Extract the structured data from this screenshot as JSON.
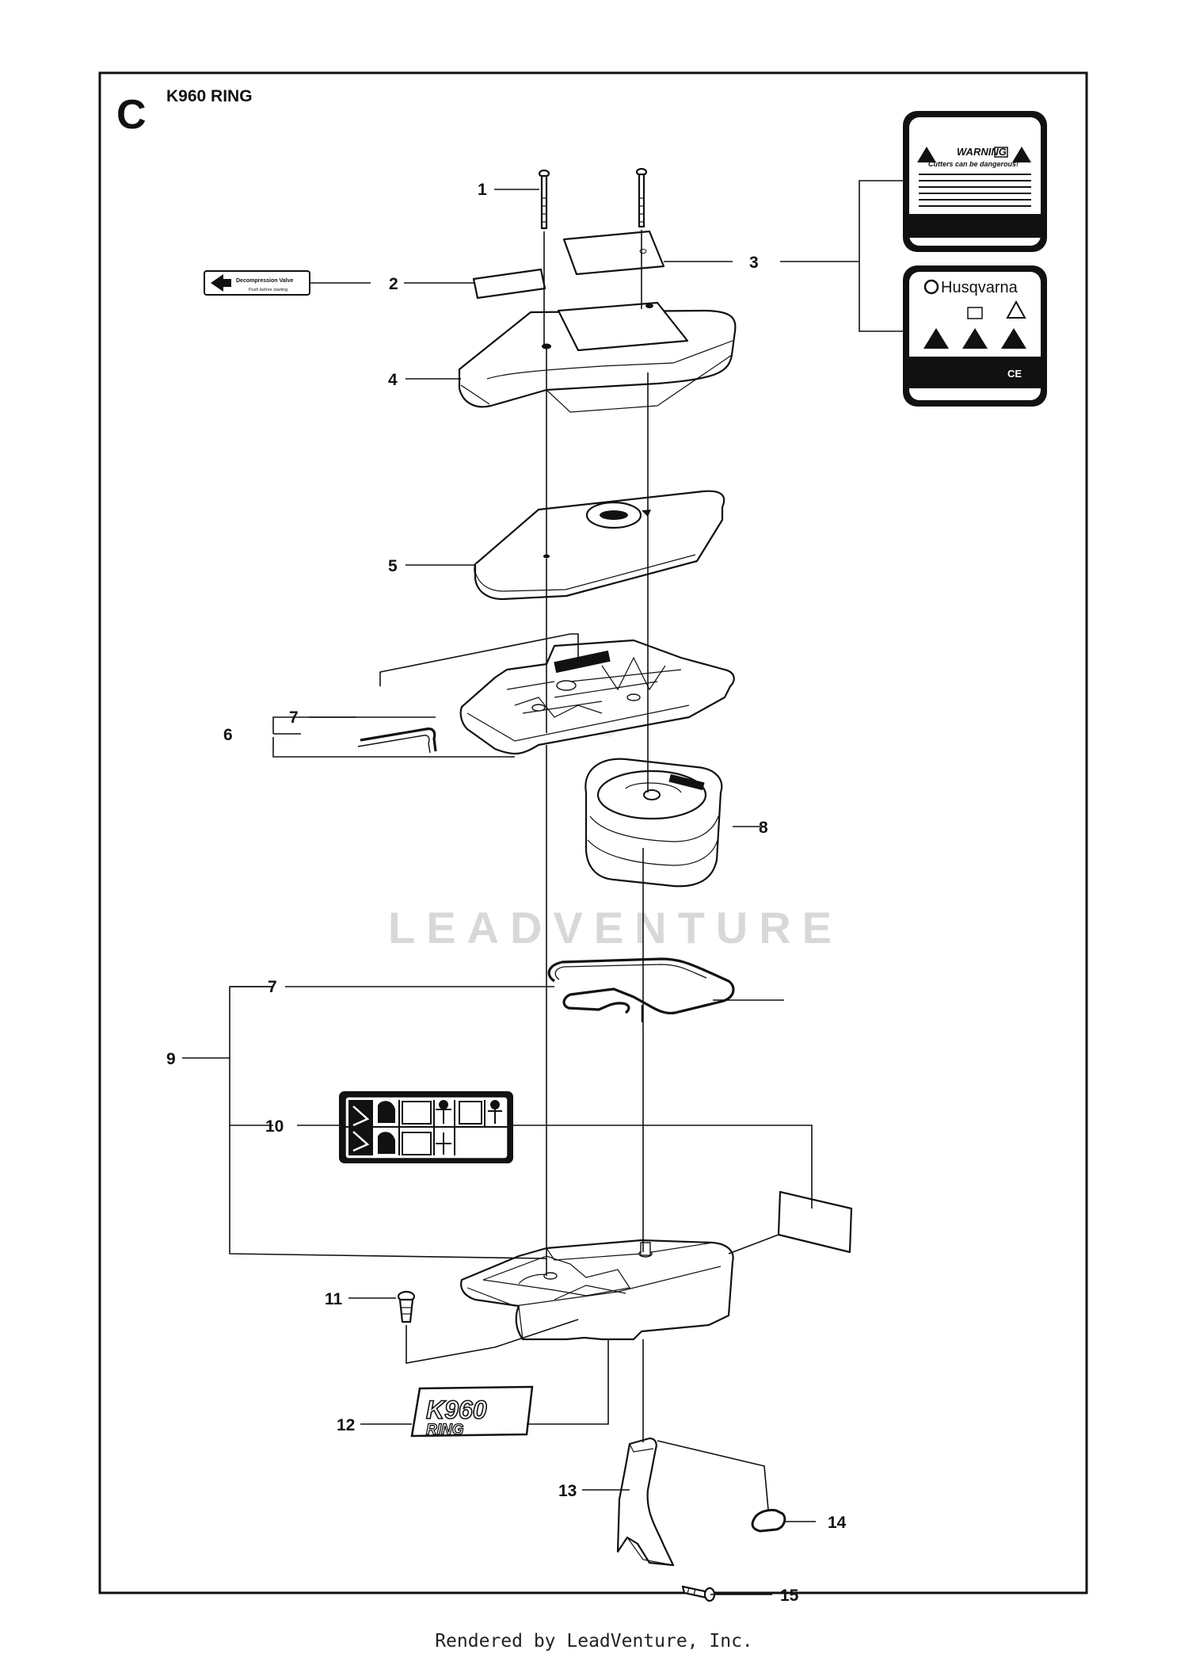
{
  "section_letter": "C",
  "model_title": "K960 RING",
  "callouts": [
    "1",
    "2",
    "3",
    "4",
    "5",
    "6",
    "7",
    "7",
    "8",
    "9",
    "10",
    "11",
    "12",
    "13",
    "14",
    "15"
  ],
  "decals": {
    "decompression": {
      "line1": "Decompression Valve",
      "line2": "Push before starting"
    },
    "warning": {
      "title": "WARNING",
      "subtitle": "Cutters can be dangerous!"
    },
    "brand": {
      "name": "Husqvarna"
    },
    "model_decal": {
      "line1": "K960",
      "line2": "RING"
    }
  },
  "watermark": "LEADVENTURE",
  "footer": "Rendered by LeadVenture, Inc.",
  "icons": [
    "husqvarna-logo-icon",
    "warning-triangle-icon",
    "manual-book-icon",
    "arrow-left-icon",
    "ce-mark-icon"
  ]
}
